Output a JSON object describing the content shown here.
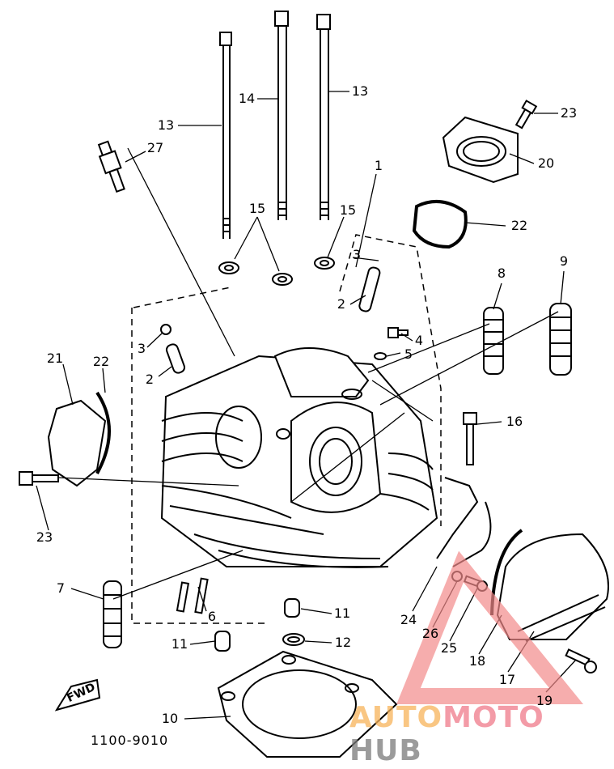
{
  "diagram": {
    "part_labels": [
      "13",
      "14",
      "13",
      "27",
      "23",
      "20",
      "1",
      "15",
      "15",
      "22",
      "3",
      "2",
      "8",
      "9",
      "4",
      "5",
      "3",
      "2",
      "21",
      "22",
      "16",
      "23",
      "7",
      "6",
      "11",
      "11",
      "12",
      "24",
      "26",
      "25",
      "18",
      "17",
      "19",
      "10"
    ],
    "fwd_label": "FWD",
    "drawing_code": "1100-9010"
  },
  "watermark": {
    "part1": "AUTO",
    "part2": "MOTO",
    "part3": "HUB",
    "colors": {
      "part1": "#f7b35a",
      "part2": "#f07a8a",
      "part3": "#7a7a7a",
      "triangle": "#f28a8a"
    }
  }
}
